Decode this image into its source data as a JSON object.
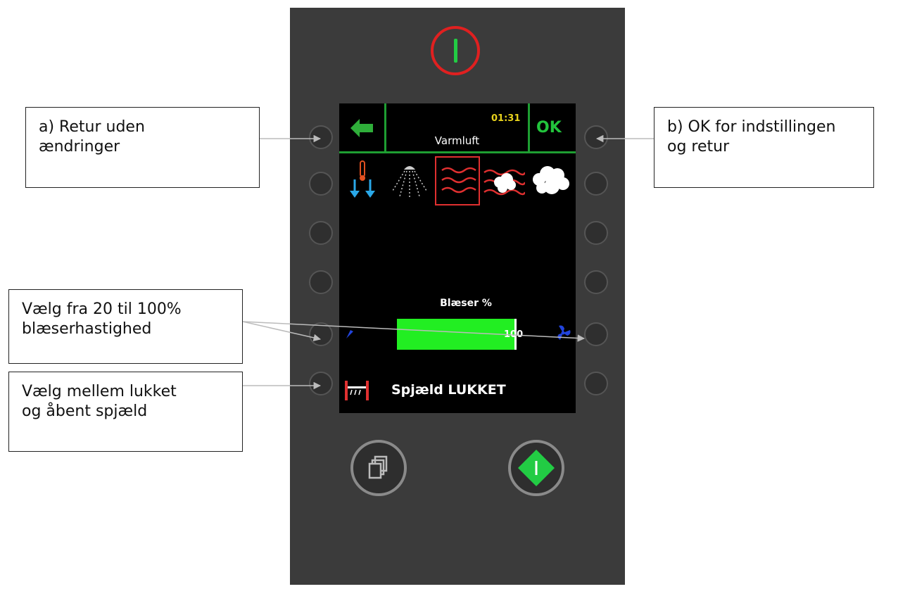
{
  "screen": {
    "header": {
      "time": "01:31",
      "title": "Varmluft",
      "ok_label": "OK"
    },
    "modes": [
      {
        "name": "cooling",
        "icon": "thermometer-down-icon"
      },
      {
        "name": "steam-spray",
        "icon": "shower-icon"
      },
      {
        "name": "hot-air",
        "icon": "wavy-lines-icon",
        "selected": true
      },
      {
        "name": "combi",
        "icon": "cloud-waves-icon"
      },
      {
        "name": "steam",
        "icon": "cloud-icon"
      }
    ],
    "fan": {
      "label": "Blæser %",
      "value": "100",
      "level": 1.0
    },
    "damper": {
      "label": "Spjæld LUKKET",
      "icon": "damper-closed-icon"
    }
  },
  "callouts": {
    "a": [
      "a) Retur uden",
      "ændringer"
    ],
    "b": [
      "b) OK for indstillingen",
      "og retur"
    ],
    "fan": [
      "Vælg fra 20 til 100%",
      "blæserhastighed"
    ],
    "damper": [
      "Vælg mellem lukket",
      "og åbent spjæld"
    ]
  },
  "colors": {
    "panel": "#3b3b3b",
    "screen": "#000000",
    "accent_green": "#22c43c",
    "bar_green": "#22ee22",
    "time_yellow": "#e8d21c",
    "select_red": "#e03030"
  }
}
